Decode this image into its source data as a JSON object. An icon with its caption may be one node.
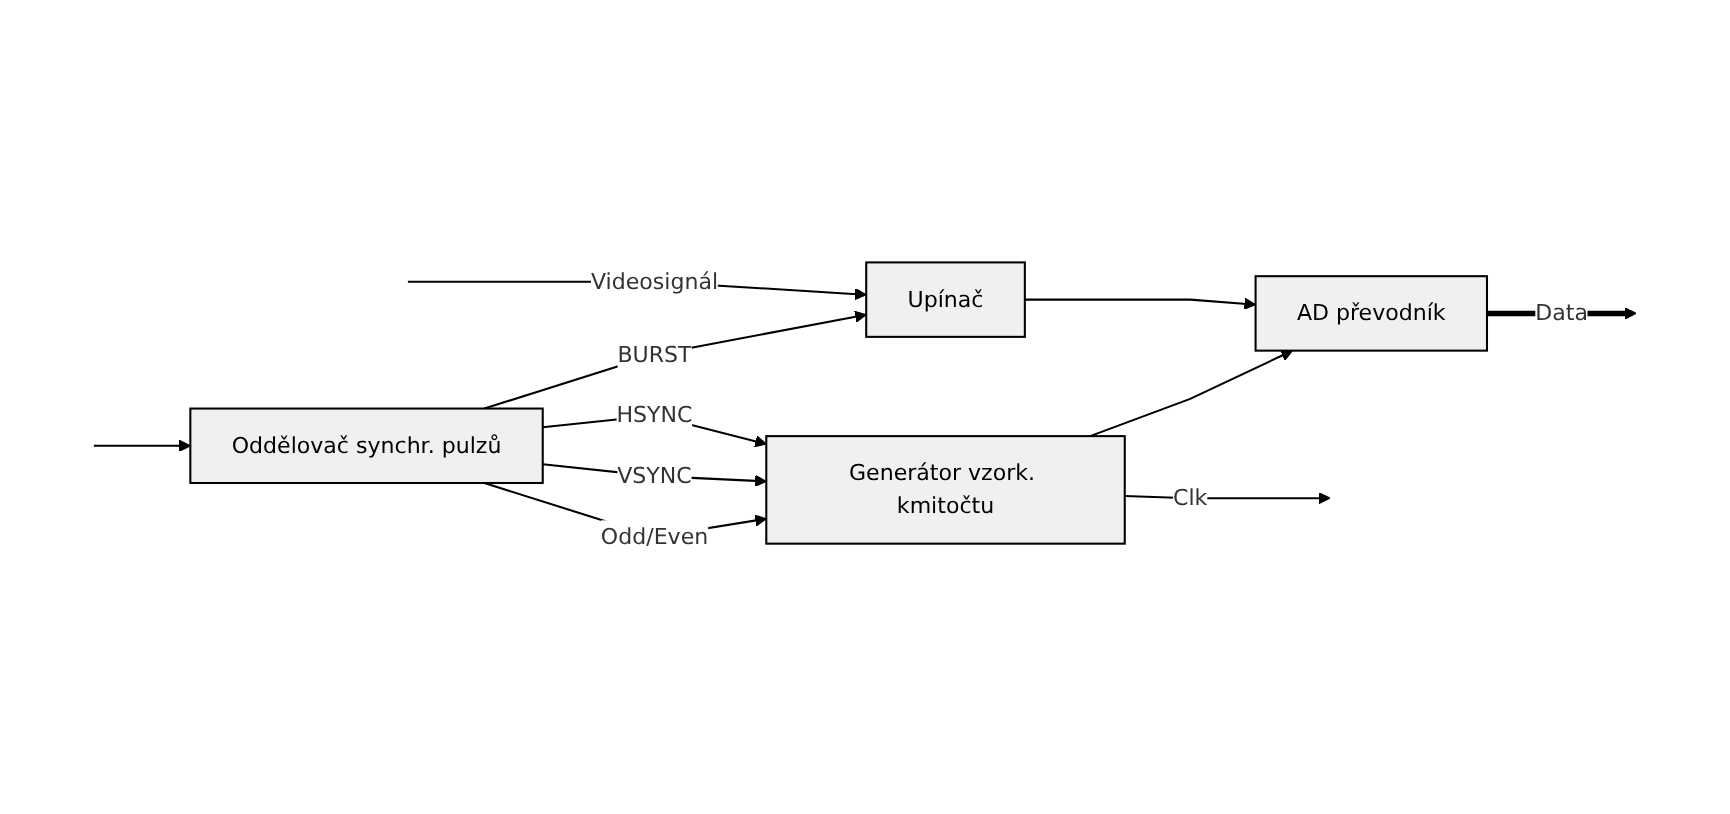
{
  "diagram": {
    "nodes": [
      {
        "text": [
          "Upínač"
        ]
      },
      {
        "text": [
          "AD převodník"
        ]
      },
      {
        "text": [
          "Oddělovač synchr. pulzů"
        ]
      },
      {
        "text": [
          "Generátor vzork. kmitočtu"
        ]
      }
    ],
    "edges": [
      {
        "from": null,
        "to": 0,
        "arrow": "to",
        "label": "Videosignál"
      },
      {
        "from": null,
        "to": 2,
        "arrow": "to"
      },
      {
        "from": 0,
        "to": 1,
        "arrow": "to"
      },
      {
        "from": 1,
        "to": null,
        "arrow": "to",
        "label": "Data",
        "style": "thick"
      },
      {
        "from": 2,
        "to": 0,
        "arrow": "to",
        "label": "BURST"
      },
      {
        "from": 2,
        "to": 3,
        "arrow": "to",
        "label": "HSYNC"
      },
      {
        "from": 2,
        "to": 3,
        "arrow": "to",
        "label": "VSYNC"
      },
      {
        "from": 2,
        "to": 3,
        "arrow": "to",
        "label": "Odd/Even"
      },
      {
        "from": 3,
        "to": 1,
        "arrow": "to"
      },
      {
        "from": 3,
        "to": null,
        "arrow": "to",
        "label": "Clk"
      }
    ]
  }
}
